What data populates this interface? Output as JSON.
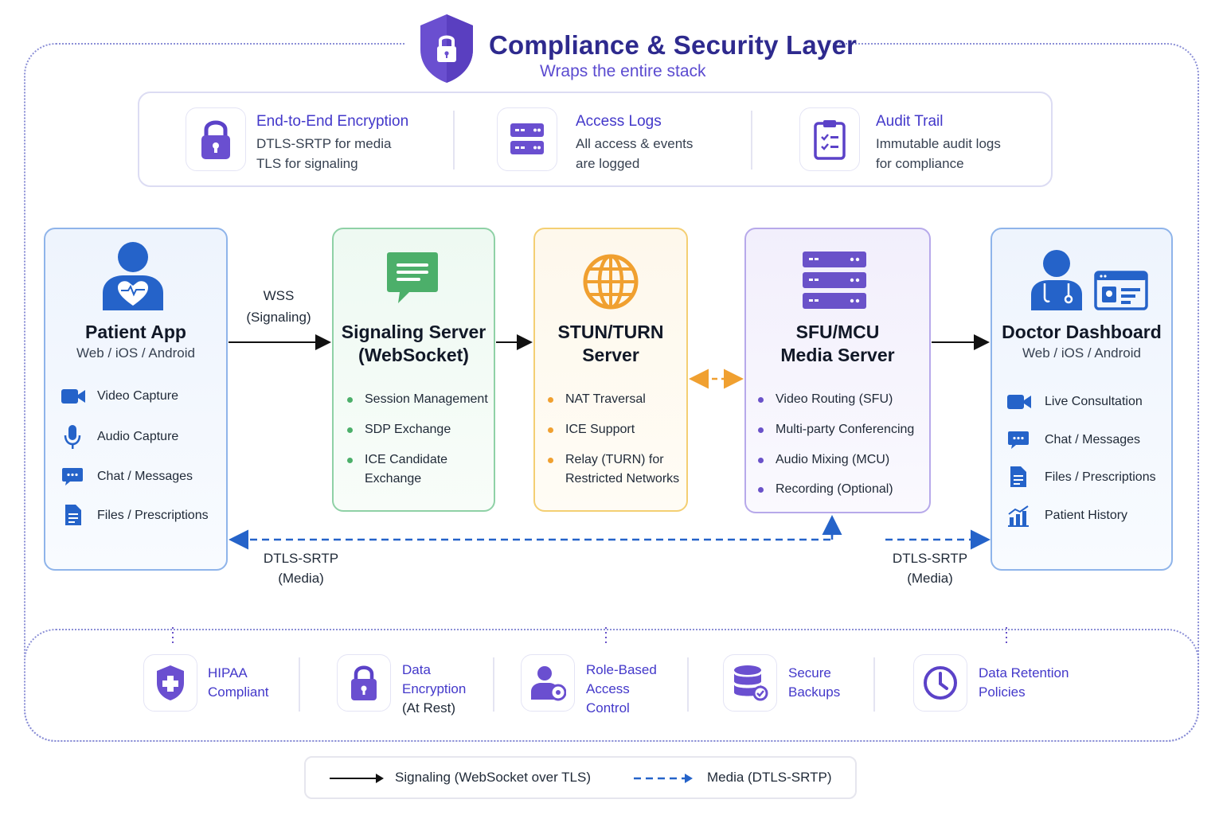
{
  "header": {
    "title": "Compliance & Security Layer",
    "subtitle": "Wraps the entire stack"
  },
  "security_features": [
    {
      "title": "End-to-End Encryption",
      "line1": "DTLS-SRTP for media",
      "line2": "TLS for signaling",
      "icon": "lock-icon"
    },
    {
      "title": "Access Logs",
      "line1": "All access & events",
      "line2": "are logged",
      "icon": "server-log-icon"
    },
    {
      "title": "Audit Trail",
      "line1": "Immutable audit logs",
      "line2": "for compliance",
      "icon": "clipboard-icon"
    }
  ],
  "components": {
    "patient": {
      "title": "Patient App",
      "subtitle": "Web / iOS / Android",
      "features": [
        "Video Capture",
        "Audio Capture",
        "Chat / Messages",
        "Files / Prescriptions"
      ]
    },
    "signaling": {
      "title1": "Signaling Server",
      "title2": "(WebSocket)",
      "features": [
        "Session Management",
        "SDP Exchange",
        "ICE Candidate",
        "Exchange"
      ]
    },
    "stun": {
      "title1": "STUN/TURN",
      "title2": "Server",
      "features": [
        "NAT Traversal",
        "ICE Support",
        "Relay (TURN) for",
        "Restricted Networks"
      ]
    },
    "sfu": {
      "title1": "SFU/MCU",
      "title2": "Media Server",
      "features": [
        "Video Routing (SFU)",
        "Multi-party Conferencing",
        "Audio Mixing (MCU)",
        "Recording (Optional)"
      ]
    },
    "doctor": {
      "title": "Doctor Dashboard",
      "subtitle": "Web / iOS / Android",
      "features": [
        "Live Consultation",
        "Chat / Messages",
        "Files / Prescriptions",
        "Patient History"
      ]
    }
  },
  "connections": {
    "wss_label1": "WSS",
    "wss_label2": "(Signaling)",
    "media_left1": "DTLS-SRTP",
    "media_left2": "(Media)",
    "media_right1": "DTLS-SRTP",
    "media_right2": "(Media)"
  },
  "compliance": [
    {
      "lines": [
        "HIPAA",
        "Compliant"
      ],
      "icon": "shield-plus-icon"
    },
    {
      "lines": [
        "Data",
        "Encryption",
        "(At Rest)"
      ],
      "icon": "lock-icon"
    },
    {
      "lines": [
        "Role-Based",
        "Access",
        "Control"
      ],
      "icon": "user-gear-icon"
    },
    {
      "lines": [
        "Secure",
        "Backups"
      ],
      "icon": "database-icon"
    },
    {
      "lines": [
        "Data Retention",
        "Policies"
      ],
      "icon": "clock-icon"
    }
  ],
  "legend": {
    "signaling": "Signaling (WebSocket over TLS)",
    "media": "Media (DTLS-SRTP)"
  },
  "colors": {
    "primary_purple": "#5b4bd0",
    "blue": "#2563c9",
    "green": "#4caf6a",
    "orange": "#f0a030",
    "violet": "#6a52c9"
  }
}
